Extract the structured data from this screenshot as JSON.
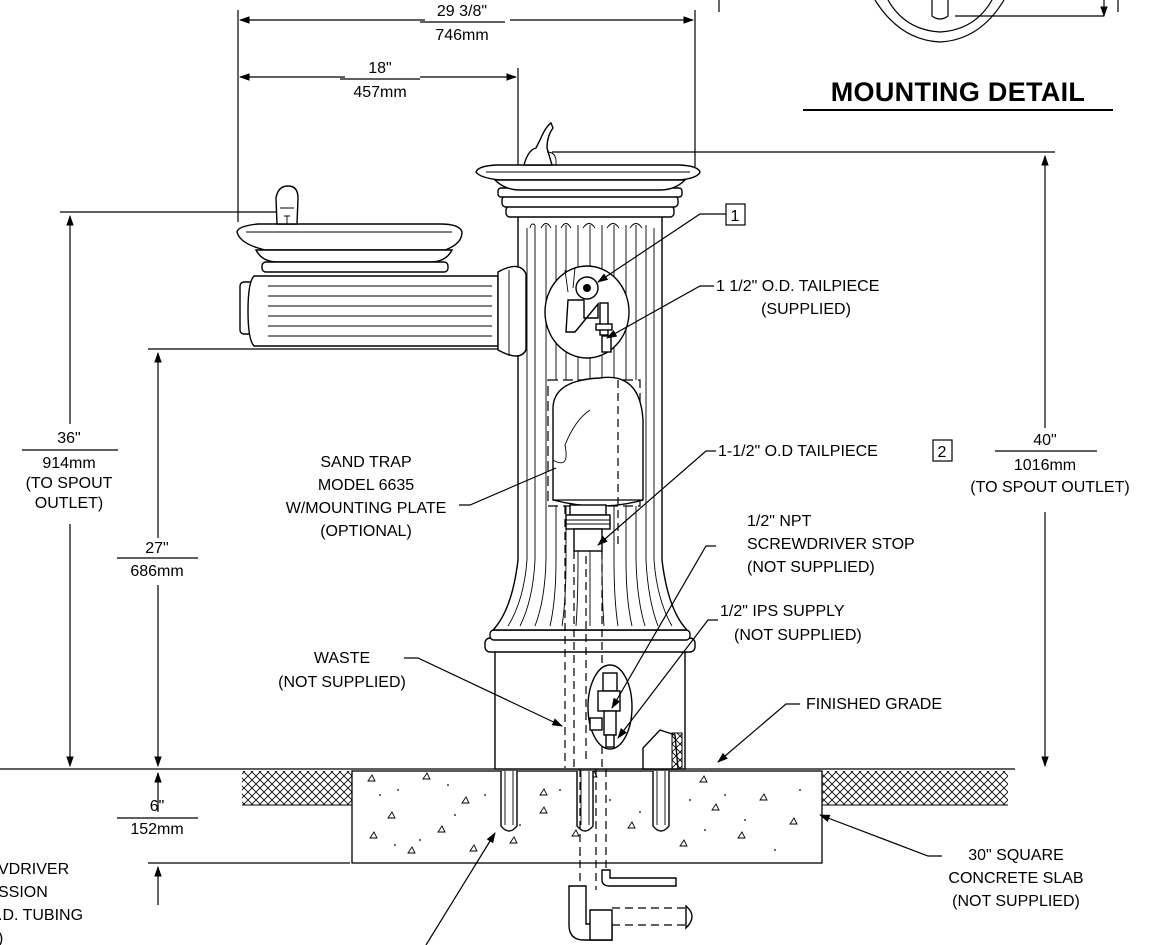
{
  "title": "MOUNTING DETAIL",
  "dimensions": {
    "overall_width": {
      "imperial": "29 3/8\"",
      "metric": "746mm"
    },
    "spout_offset": {
      "imperial": "18\"",
      "metric": "457mm"
    },
    "low_spout_height": {
      "imperial": "36\"",
      "metric": "914mm",
      "note1": "(TO SPOUT",
      "note2": "OUTLET)"
    },
    "low_bowl_height": {
      "imperial": "27\"",
      "metric": "686mm"
    },
    "slab_depth": {
      "imperial": "6\"",
      "metric": "152mm"
    },
    "high_spout_height": {
      "imperial": "40\"",
      "metric": "1016mm",
      "note": "(TO SPOUT OUTLET)"
    }
  },
  "callouts": {
    "tag1": "1",
    "tag2": "2",
    "tailpiece_top": [
      "1 1/2\" O.D. TAILPIECE",
      "(SUPPLIED)"
    ],
    "tailpiece_mid": "1-1/2\" O.D TAILPIECE",
    "sand_trap": [
      "SAND TRAP",
      "MODEL 6635",
      "W/MOUNTING PLATE",
      "(OPTIONAL)"
    ],
    "npt_stop": [
      "1/2\" NPT",
      "SCREWDRIVER STOP",
      "(NOT SUPPLIED)"
    ],
    "ips_supply": [
      "1/2\" IPS SUPPLY",
      "(NOT SUPPLIED)"
    ],
    "waste": [
      "WASTE",
      "(NOT SUPPLIED)"
    ],
    "finished_grade": "FINISHED GRADE",
    "slab": [
      "30\" SQUARE",
      "CONCRETE SLAB",
      "(NOT SUPPLIED)"
    ],
    "left_cut": [
      "VDRIVER",
      "SSION",
      ".D. TUBING",
      ")"
    ]
  }
}
